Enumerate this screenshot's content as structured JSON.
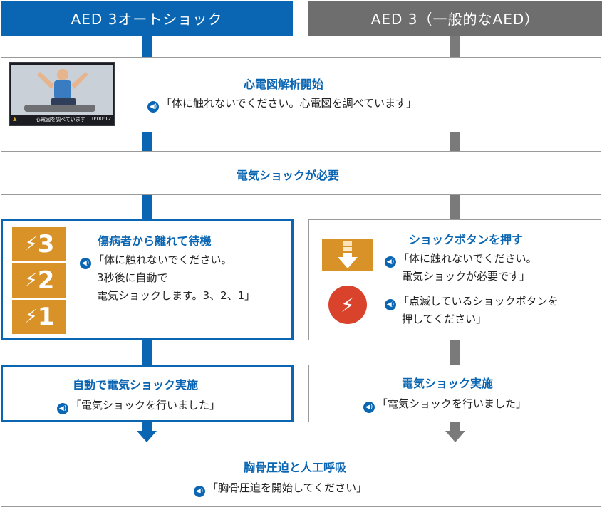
{
  "headers": {
    "left": "AED 3オートショック",
    "right": "AED 3（一般的なAED）"
  },
  "analysis": {
    "title": "心電図解析開始",
    "say": "「体に触れないでください。心電図を調べています」",
    "screen_caption": "心電図を調べています",
    "screen_time": "0:00:12"
  },
  "shock_needed": {
    "title": "電気ショックが必要"
  },
  "auto_wait": {
    "title": "傷病者から離れて待機",
    "say_lines": [
      "「体に触れないでください。",
      "3秒後に自動で",
      "電気ショックします。3、2、1」"
    ],
    "countdown": [
      "3",
      "2",
      "1"
    ]
  },
  "press_button": {
    "title": "ショックボタンを押す",
    "say1_lines": [
      "「体に触れないでください。",
      "電気ショックが必要です」"
    ],
    "say2_lines": [
      "「点滅しているショックボタンを",
      "押してください」"
    ]
  },
  "auto_shock": {
    "title": "自動で電気ショック実施",
    "say": "「電気ショックを行いました」"
  },
  "manual_shock": {
    "title": "電気ショック実施",
    "say": "「電気ショックを行いました」"
  },
  "cpr": {
    "title": "胸骨圧迫と人工呼吸",
    "say": "「胸骨圧迫を開始してください」"
  },
  "colors": {
    "accent_blue": "#0a66b3",
    "flow_gray": "#6e6e6e",
    "countdown_orange": "#d89227",
    "shock_red": "#d9432b"
  }
}
